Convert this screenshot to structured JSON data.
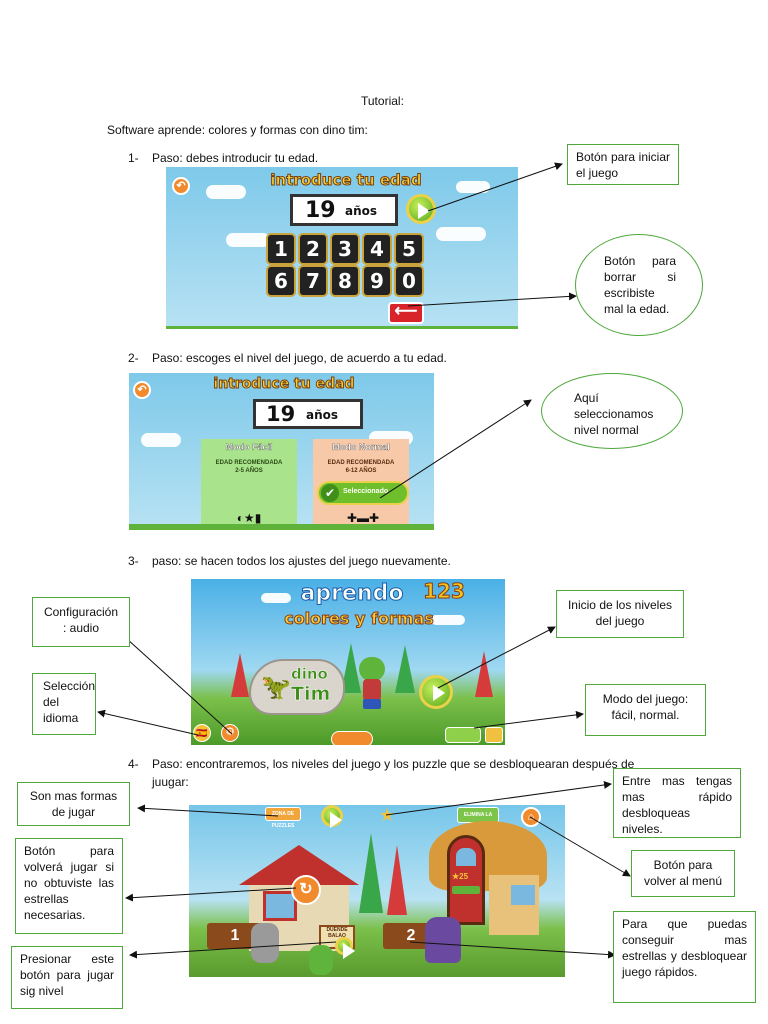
{
  "doc": {
    "heading": "Tutorial:",
    "subtitle": "Software  aprende: colores y formas con dino tim:",
    "steps": [
      {
        "num": "1-",
        "text": "Paso: debes introducir tu edad."
      },
      {
        "num": "2-",
        "text": "Paso: escoges el nivel del juego, de acuerdo a tu edad."
      },
      {
        "num": "3-",
        "text": "paso: se hacen todos los ajustes del juego nuevamente."
      },
      {
        "num": "4-",
        "text": "Paso: encontraremos, los niveles del juego y  los puzzle que se desbloquearan después de",
        "text2": "juugar:"
      }
    ]
  },
  "callouts": {
    "start_button": "Botón para iniciar el juego",
    "delete_button": "Botón para borrar si escribiste mal la edad.",
    "normal_level": "Aquí seleccionamos nivel normal",
    "config_audio": "Configuración : audio",
    "language": "Selección del idioma",
    "levels_start": "Inicio de los niveles del juego",
    "game_mode": "Modo del juego: fácil, normal.",
    "more_shapes": "Son mas formas de jugar",
    "more_levels": "Entre mas tengas mas rápido desbloqueas niveles.",
    "replay_button": "Botón para volverá jugar si no obtuviste las estrellas necesarias.",
    "menu_button": "Botón para volver al menú",
    "next_level": "Presionar este botón para jugar sig nivel",
    "get_stars": "Para que puedas conseguir mas estrellas y desbloquear juego rápidos."
  },
  "screen1": {
    "title": "introduce tu edad",
    "age": "19",
    "age_unit": "años",
    "digits": [
      "1",
      "2",
      "3",
      "4",
      "5",
      "6",
      "7",
      "8",
      "9",
      "0"
    ]
  },
  "screen2": {
    "title": "introduce tu edad",
    "age": "19",
    "age_unit": "años",
    "easy": {
      "title": "Modo Fácil",
      "rec": "EDAD RECOMENDADA",
      "range": "2-5 AÑOS"
    },
    "normal": {
      "title": "Modo Normal",
      "rec": "EDAD RECOMENDADA",
      "range": "6-12 AÑOS",
      "button": "Seleccionado"
    }
  },
  "screen3": {
    "title_top": "aprendo",
    "title_num": "123",
    "title_bottom": "colores y formas",
    "logo_top": "dino",
    "logo_bottom": "Tim"
  },
  "screen4": {
    "stars": "25",
    "level1": "1",
    "level2": "2",
    "sign_puzzles": "ZONA DE PUZZLES",
    "sign_ads": "ELIMINA LA PUBLICIDAD",
    "sign_mid": "DUENDE BALAO"
  },
  "colors": {
    "callout_border": "#4ea83c",
    "sky": "#7ec9ea",
    "grass": "#5fb23a",
    "play_green": "#5aa81e",
    "orange": "#f08a2c"
  }
}
